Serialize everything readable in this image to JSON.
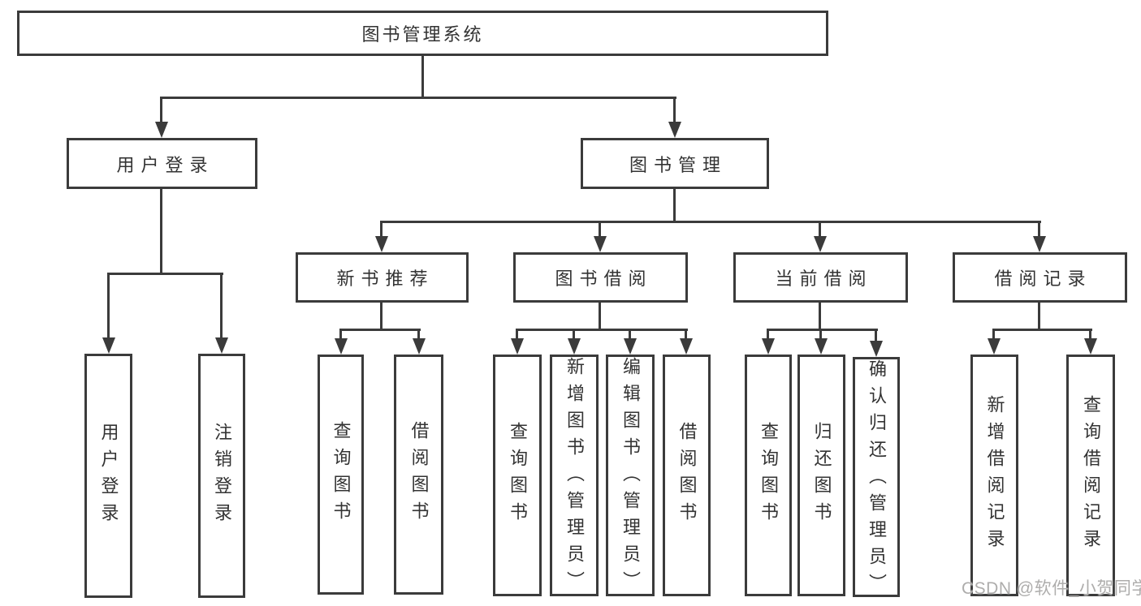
{
  "diagram": {
    "root": "图书管理系统",
    "user_login": {
      "label": "用户登录",
      "children": [
        "用户登录",
        "注销登录"
      ]
    },
    "book_mgmt": {
      "label": "图书管理",
      "branches": [
        {
          "label": "新书推荐",
          "children": [
            "查询图书",
            "借阅图书"
          ]
        },
        {
          "label": "图书借阅",
          "children": [
            "查询图书",
            "新增图书（管理员）",
            "编辑图书（管理员）",
            "借阅图书"
          ]
        },
        {
          "label": "当前借阅",
          "children": [
            "查询图书",
            "归还图书",
            "确认归还（管理员）"
          ]
        },
        {
          "label": "借阅记录",
          "children": [
            "新增借阅记录",
            "查询借阅记录"
          ]
        }
      ]
    },
    "watermark": "CSDN @软件_小贺同学",
    "colors": {
      "line": "#3b3b3b",
      "text": "#333333",
      "watermark": "#aeadac",
      "background": "#ffffff"
    }
  }
}
